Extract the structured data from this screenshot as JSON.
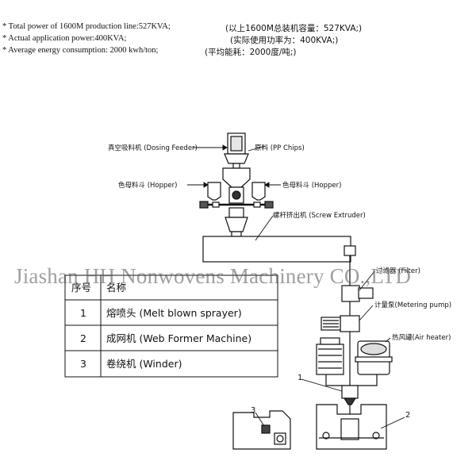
{
  "specs": [
    {
      "en": "* Total power of 1600M production line:527KVA;",
      "cn": "(以上1600M总装机容量：527KVA;)"
    },
    {
      "en": "* Actual application power:400KVA;",
      "cn": "(实际使用功率为：400KVA;)"
    },
    {
      "en": "* Average energy consumption: 2000 kwh/ton;",
      "cn": "(平均能耗：2000度/吨;)"
    }
  ],
  "labels": {
    "dosing_feeder": "真空吸料机 (Dosing Feeder)",
    "pp_chips": "原料 (PP Chips)",
    "hopper_left": "色母料斗 (Hopper)",
    "hopper_right": "色母料斗 (Hopper)",
    "screw_extruder": "螺杆挤出机 (Screw Extruder)",
    "filter": "过滤器 (Filter)",
    "metering_pump": "计量泵(Metering pump)",
    "air_heater": "热风罐(Air heater)"
  },
  "callouts": {
    "n1": "1",
    "n2": "2",
    "n3": "3"
  },
  "table": {
    "headers": [
      "序号",
      "名称"
    ],
    "rows": [
      {
        "no": "1",
        "name": "熔喷头 (Melt blown sprayer)"
      },
      {
        "no": "2",
        "name": "成网机 (Web Former Machine)"
      },
      {
        "no": "3",
        "name": "卷绕机 (Winder)"
      }
    ]
  },
  "watermark": "Jiashan HH Nonwovens Machinery CO.,LTD"
}
